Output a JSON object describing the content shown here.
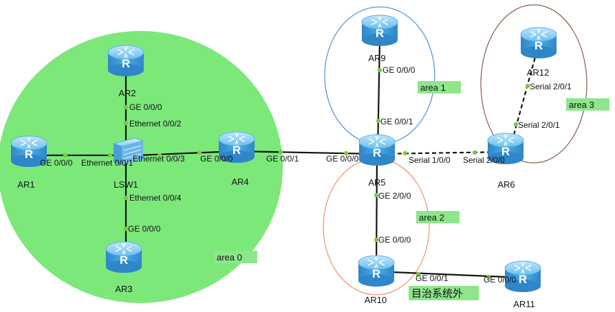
{
  "areas": {
    "area0": "area 0",
    "area1": "area 1",
    "area2": "area 2",
    "area3": "area 3"
  },
  "external_label": "目治系统外",
  "devices": {
    "AR1": "AR1",
    "AR2": "AR2",
    "AR3": "AR3",
    "AR4": "AR4",
    "AR5": "AR5",
    "AR6": "AR6",
    "AR9": "AR9",
    "AR10": "AR10",
    "AR11": "AR11",
    "AR12": "AR12",
    "LSW1": "LSW1"
  },
  "ports": {
    "ar2_ge": "GE 0/0/0",
    "lsw1_e2": "Ethernet 0/0/2",
    "ar1_ge": "GE 0/0/0",
    "lsw1_e1": "Ethernet 0/0/1",
    "lsw1_e3": "Ethernet 0/0/3",
    "ar4_ge0": "GE 0/0/0",
    "lsw1_e4": "Ethernet 0/0/4",
    "ar3_ge": "GE 0/0/0",
    "ar4_ge1": "GE 0/0/1",
    "ar5_ge0": "GE 0/0/0",
    "ar5_s": "Serial 1/0/0",
    "ar6_s": "Serial 2/0/0",
    "ar9_ge": "GE 0/0/0",
    "ar5_ge1": "GE 0/0/1",
    "ar5_ge2": "GE 2/0/0",
    "ar10_ge0": "GE 0/0/0",
    "ar10_ge1": "GE 0/0/1",
    "ar11_ge": "GE 0/0/0",
    "ar12_s": "Serial 2/0/1",
    "ar6_s1": "Serial 2/0/1"
  },
  "colors": {
    "area0_fill": "#7ce87a",
    "area1_stroke": "#4a90d9",
    "area2_stroke": "#f0906a",
    "area3_stroke": "#8b5a4a",
    "link": "#111111",
    "port_dot": "#7ac943",
    "router_body": "#3fa0e0",
    "label_box": "#8ee68a"
  },
  "icons": {
    "router": "router-icon",
    "switch": "switch-icon"
  }
}
